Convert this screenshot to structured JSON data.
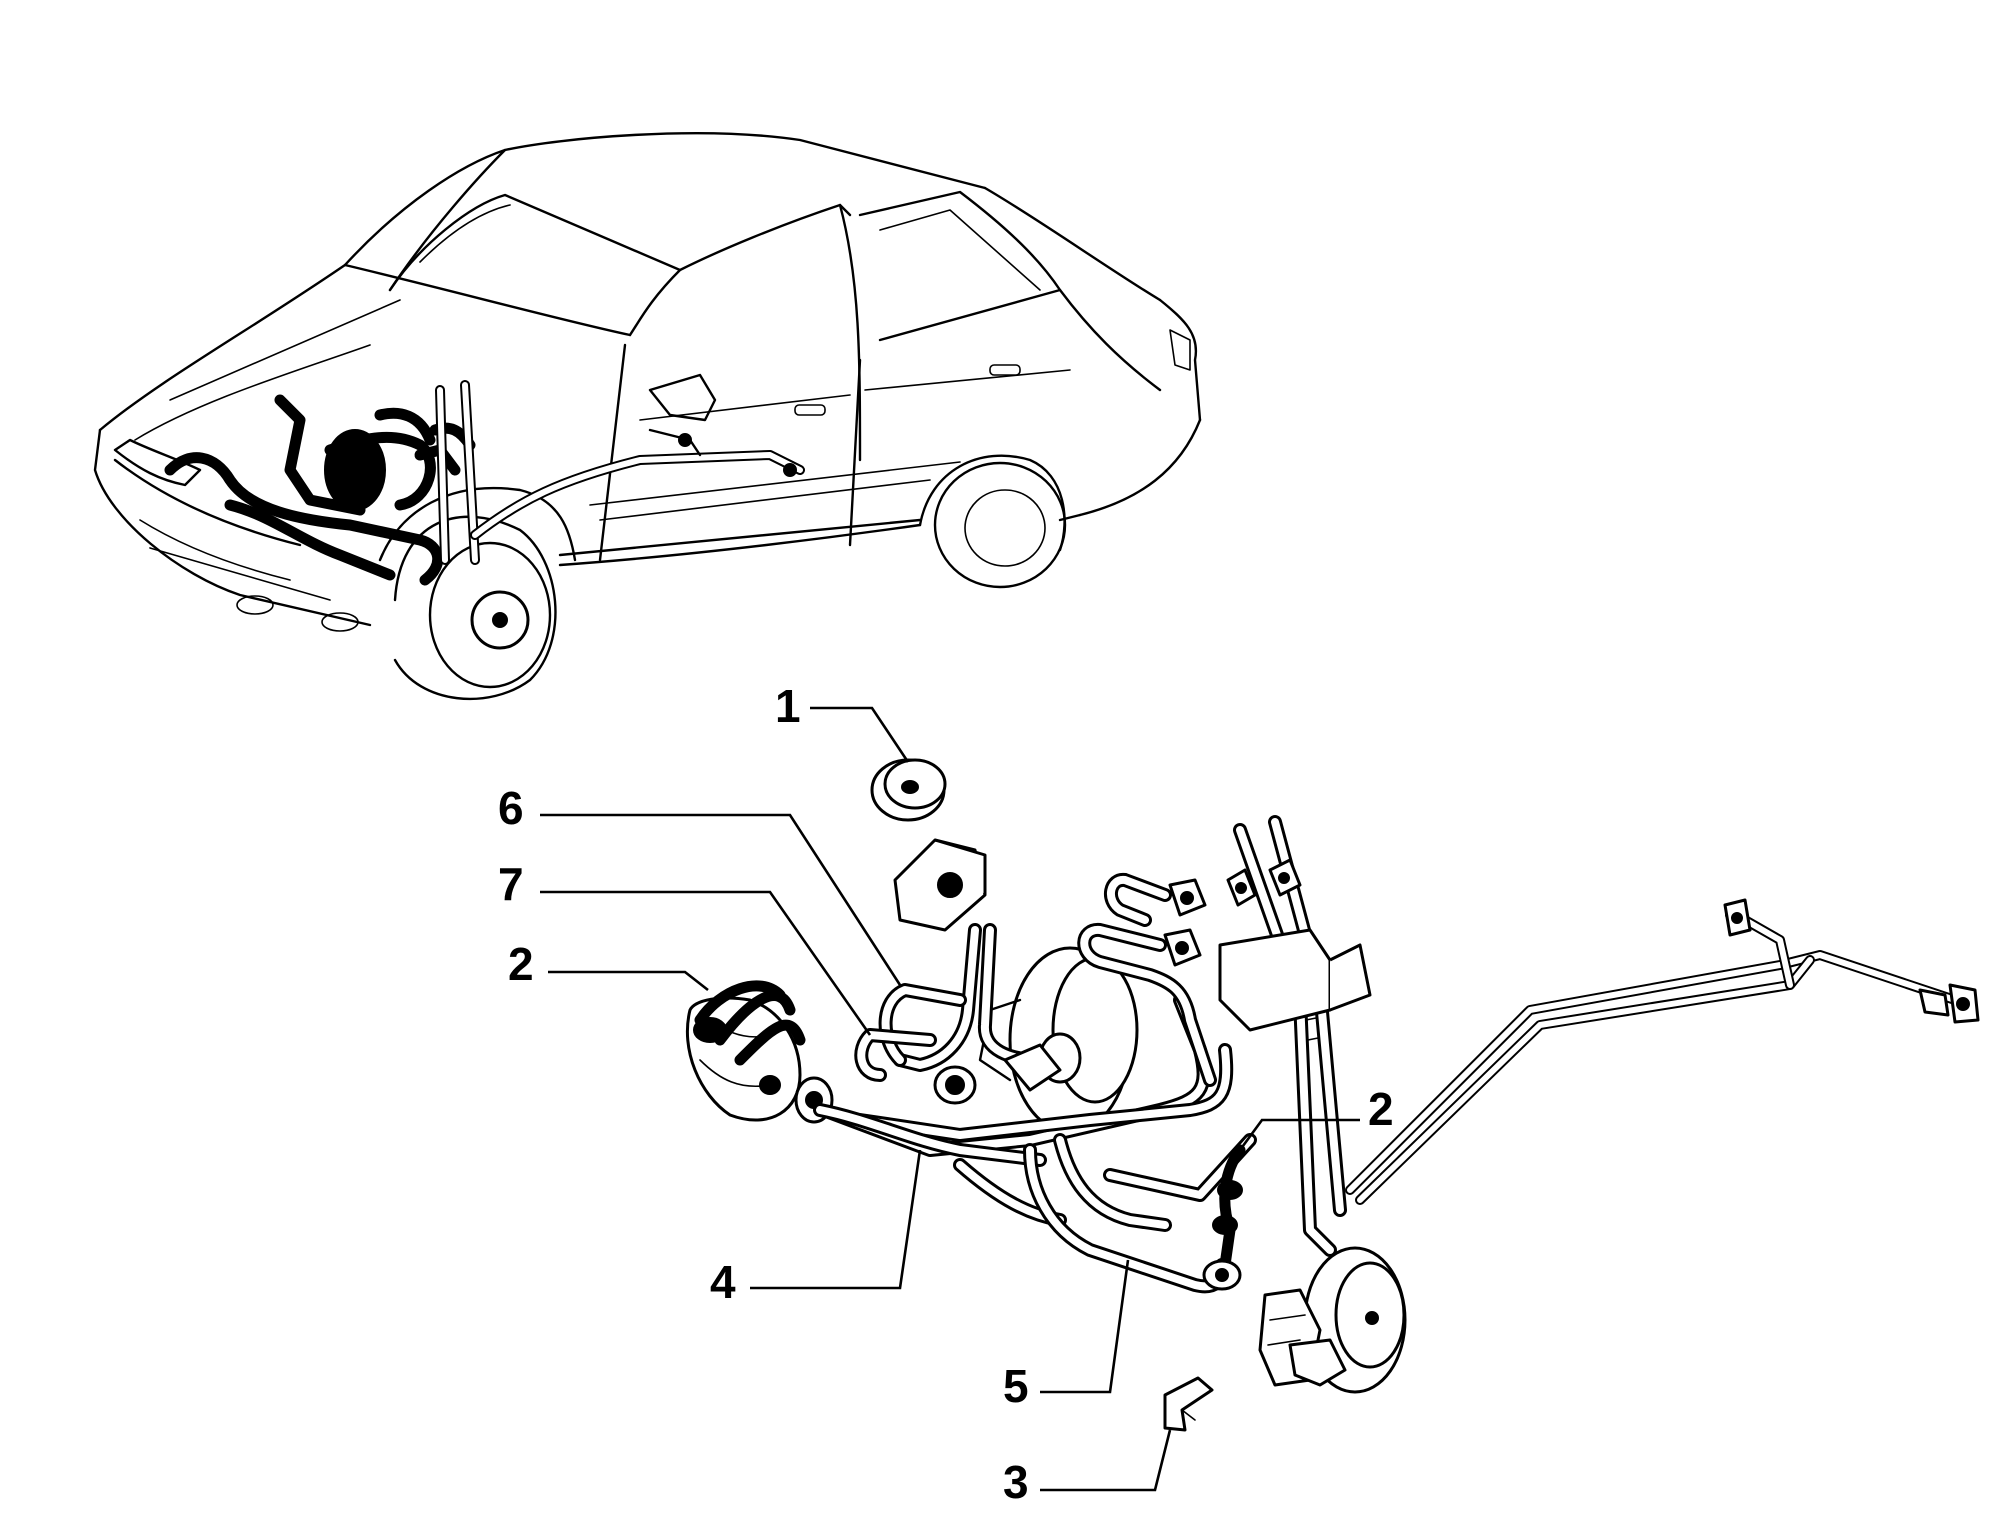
{
  "callouts": [
    {
      "label": "1"
    },
    {
      "label": "6"
    },
    {
      "label": "7"
    },
    {
      "label": "2"
    },
    {
      "label": "2"
    },
    {
      "label": "4"
    },
    {
      "label": "5"
    },
    {
      "label": "3"
    }
  ],
  "colors": {
    "line": "#000000",
    "background": "#ffffff"
  }
}
